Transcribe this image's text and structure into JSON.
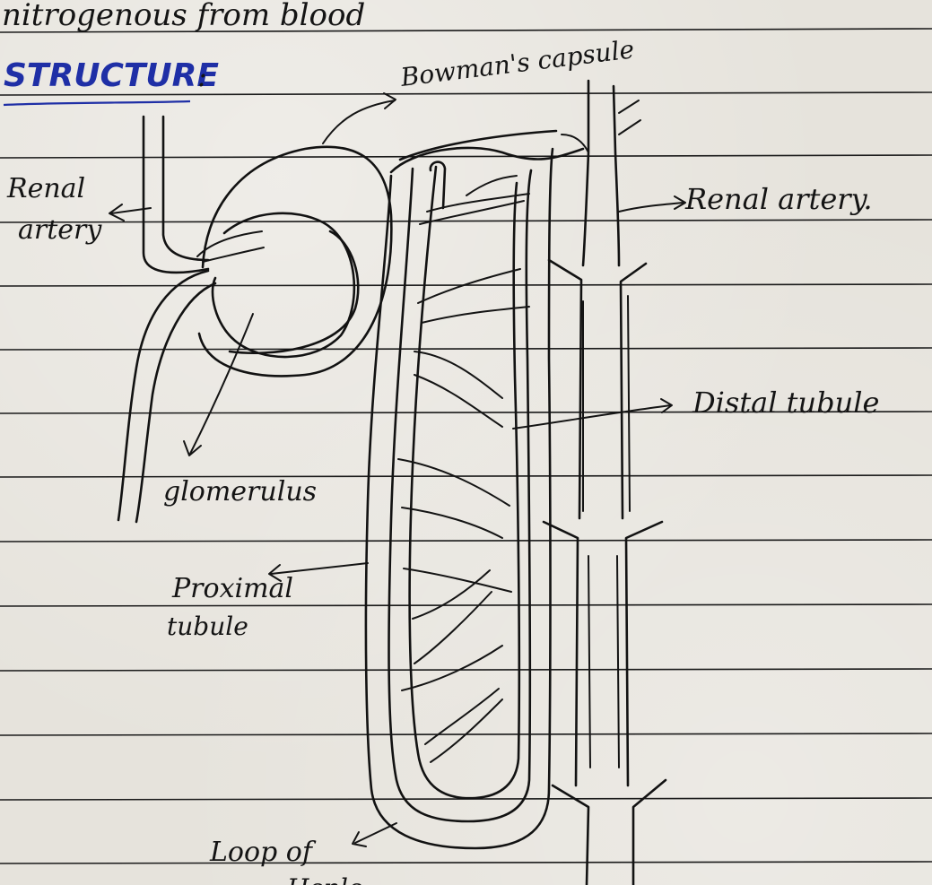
{
  "notes": {
    "top_line": "nitrogenous from blood",
    "heading": "STRUCTURE",
    "heading_colon": ":",
    "heading_color": "#1f2fa6"
  },
  "labels": {
    "bowmans_capsule": "Bowman's capsule",
    "renal_artery_left_line1": "Renal",
    "renal_artery_left_line2": "artery",
    "renal_artery_right": "Renal artery.",
    "distal_tubule": "Distal tubule",
    "glomerulus": "glomerulus",
    "proximal_tubule_line1": "Proximal",
    "proximal_tubule_line2": "tubule",
    "loop_of_henle_line1": "Loop of",
    "loop_of_henle_line2": "Henle"
  }
}
